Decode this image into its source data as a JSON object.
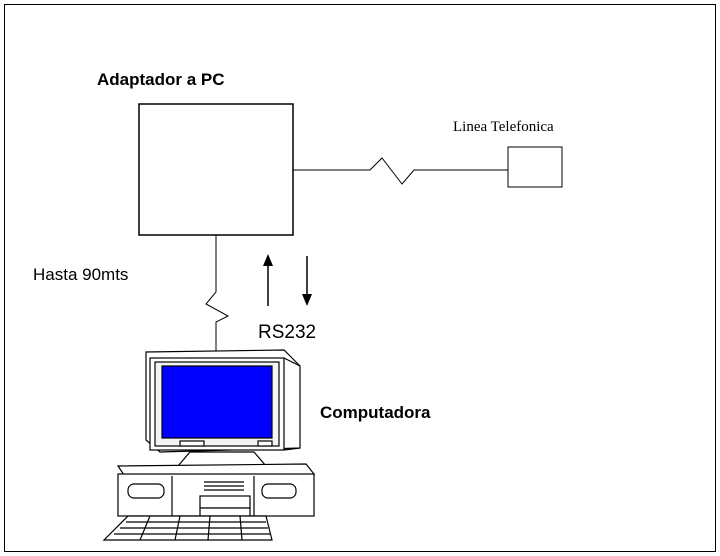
{
  "diagram": {
    "title": "Adaptador a PC",
    "phone_line_label": "Linea Telefonica",
    "distance_label": "Hasta 90mts",
    "interface_label": "RS232",
    "computer_label": "Computadora"
  },
  "colors": {
    "screen": "#0000ff",
    "stroke": "#000000",
    "background": "#ffffff"
  },
  "icons": [
    "computer-icon",
    "arrow-up-icon",
    "arrow-down-icon"
  ]
}
